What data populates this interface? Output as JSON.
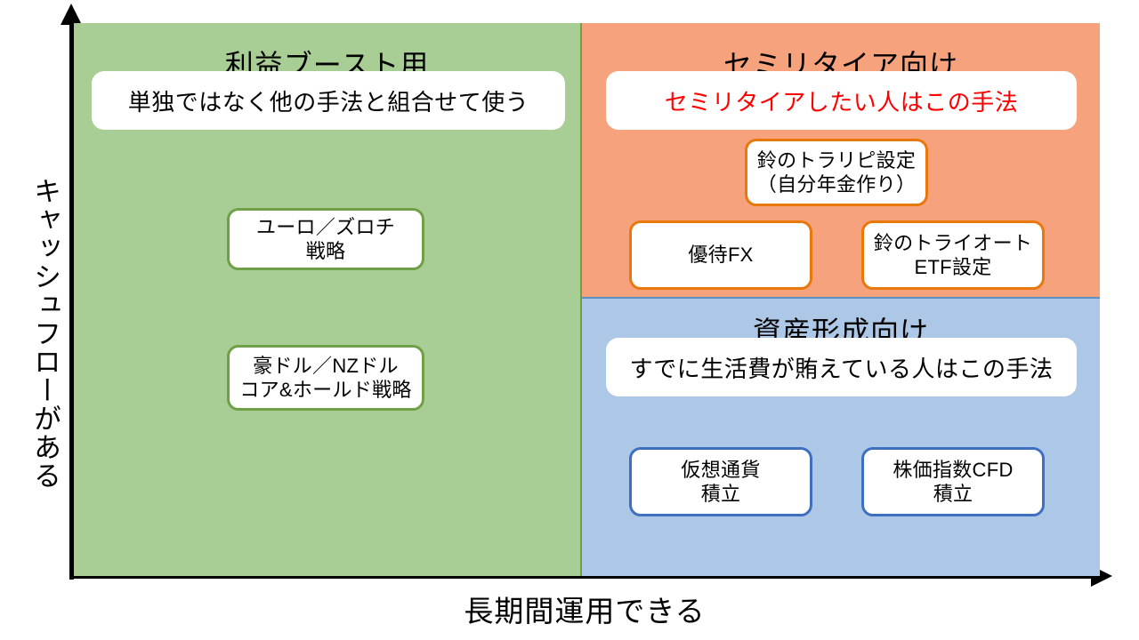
{
  "chart_data": {
    "type": "diagram",
    "diagram_kind": "2x2-quadrant-matrix",
    "title": "",
    "xlabel": "長期間運用できる",
    "ylabel": "キャッシュフローがある",
    "axes": {
      "x_arrow": "right",
      "y_arrow": "up"
    },
    "quadrants": [
      {
        "id": "left",
        "title": "利益ブースト用",
        "fill": "#A8CD95",
        "banner": "単独ではなく他の手法と組合せて使う",
        "banner_color": "#000000",
        "card_border": "#6FA046",
        "cards": [
          "ユーロ／ズロチ\n戦略",
          "豪ドル／NZドル\nコア&ホールド戦略"
        ]
      },
      {
        "id": "top-right",
        "title": "セミリタイア向け",
        "fill": "#F6A27D",
        "banner": "セミリタイアしたい人はこの手法",
        "banner_color": "#FF0000",
        "card_border": "#E8780C",
        "cards": [
          "鈴のトラリピ設定\n（自分年金作り）",
          "優待FX",
          "鈴のトライオート\nETF設定"
        ]
      },
      {
        "id": "bottom-right",
        "title": "資産形成向け",
        "fill": "#ADC7E6",
        "banner": "すでに生活費が賄えている人はこの手法",
        "banner_color": "#000000",
        "card_border": "#3F6FBF",
        "cards": [
          "仮想通貨\n積立",
          "株価指数CFD\n積立"
        ]
      }
    ]
  },
  "axis": {
    "y_label": "キャッシュフローがある",
    "x_label": "長期間運用できる"
  },
  "quadrant_left": {
    "title": "利益ブースト用",
    "banner": "単独ではなく他の手法と組合せて使う",
    "card_euro_zloty": "ユーロ／ズロチ\n戦略",
    "card_aud_nzd": "豪ドル／NZドル\nコア&ホールド戦略"
  },
  "quadrant_top_right": {
    "title": "セミリタイア向け",
    "banner": "セミリタイアしたい人はこの手法",
    "card_torarip": "鈴のトラリピ設定\n（自分年金作り）",
    "card_yutai_fx": "優待FX",
    "card_triauto_etf": "鈴のトライオート\nETF設定"
  },
  "quadrant_bottom_right": {
    "title": "資産形成向け",
    "banner": "すでに生活費が賄えている人はこの手法",
    "card_crypto": "仮想通貨\n積立",
    "card_index_cfd": "株価指数CFD\n積立"
  },
  "colors": {
    "green_fill": "#A8CD95",
    "green_border": "#6FA046",
    "orange_fill": "#F6A27D",
    "orange_border": "#E8780C",
    "blue_fill": "#ADC7E6",
    "blue_border": "#3F6FBF",
    "highlight_text": "#FF0000",
    "axis": "#000000"
  }
}
